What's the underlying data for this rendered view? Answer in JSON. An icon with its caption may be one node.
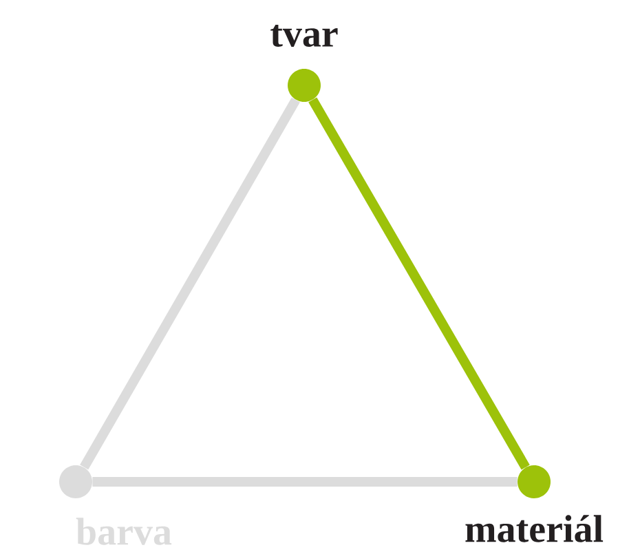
{
  "diagram": {
    "nodes": [
      {
        "text": [
          "tvar"
        ]
      },
      {
        "text": [
          "barva"
        ]
      },
      {
        "text": [
          "materiál"
        ]
      }
    ],
    "edges": [
      {
        "from": 0,
        "to": 1,
        "arrow": "none"
      },
      {
        "from": 1,
        "to": 2,
        "arrow": "none"
      },
      {
        "from": 0,
        "to": 2,
        "arrow": "none",
        "color": "#9dc20a"
      }
    ]
  }
}
